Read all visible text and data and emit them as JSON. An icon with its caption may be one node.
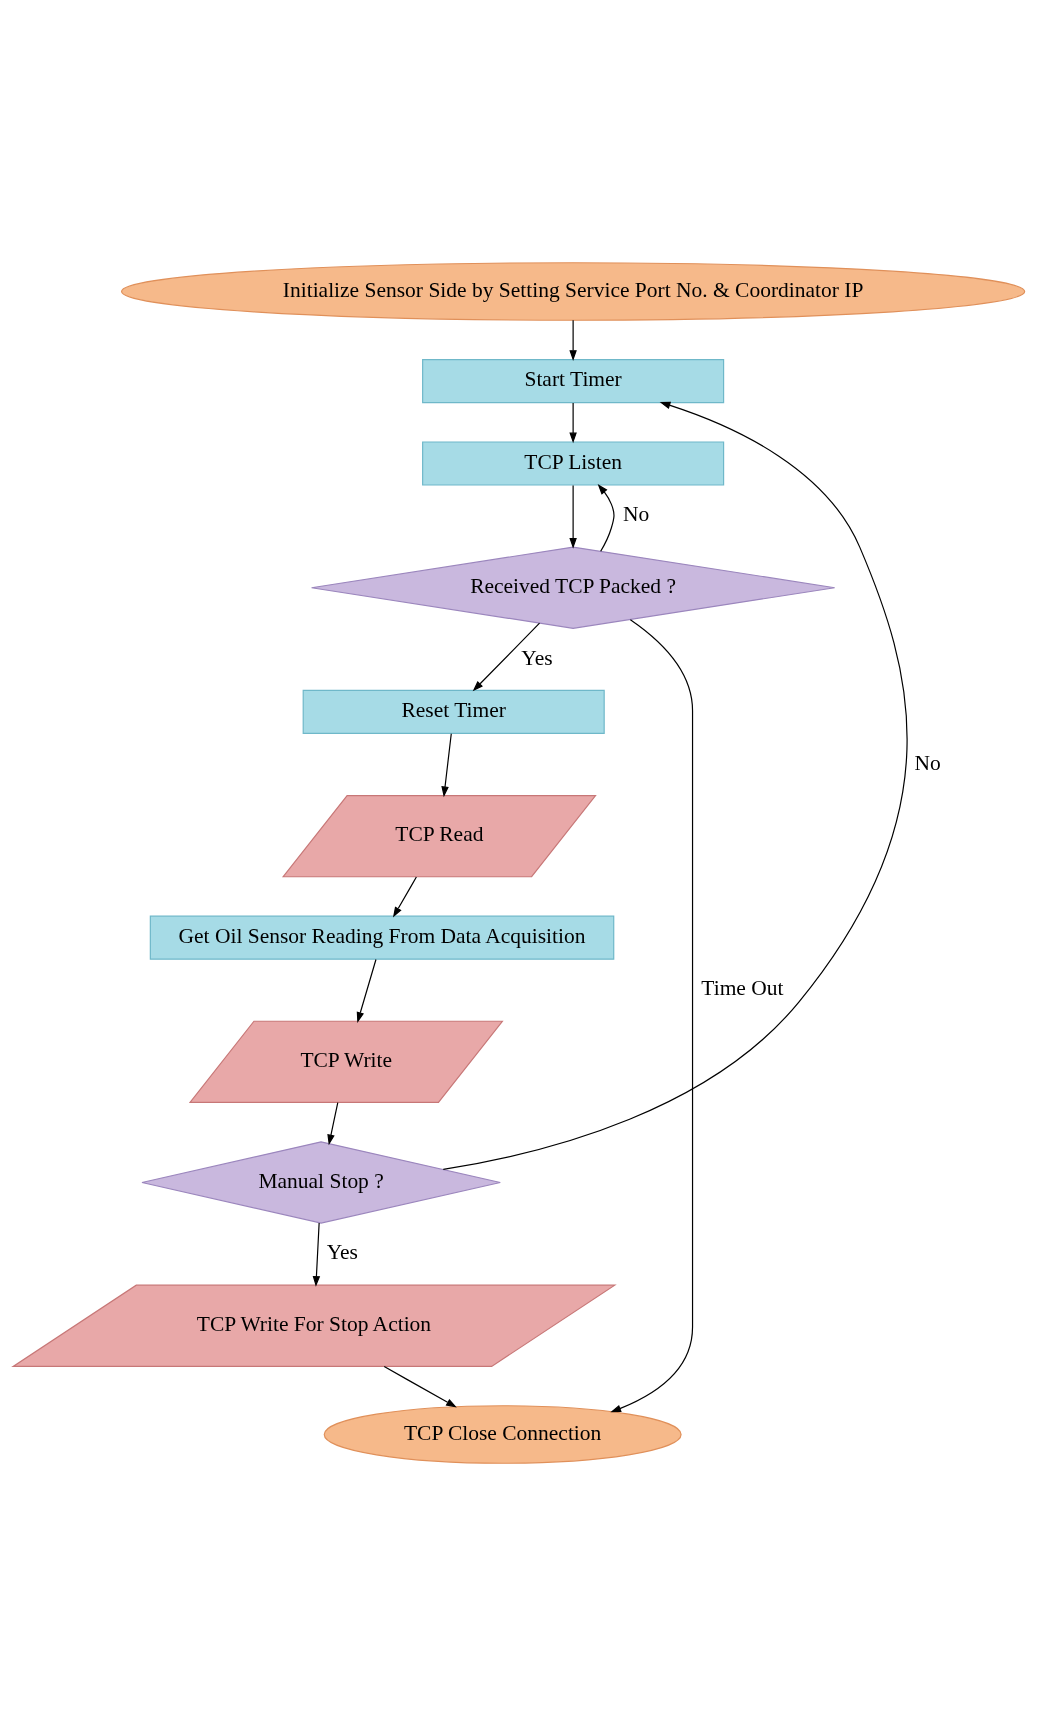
{
  "diagram": {
    "nodes": [
      {
        "text": [
          "Initialize Sensor Side by Setting Service Port No. & Coordinator IP"
        ]
      },
      {
        "text": [
          "Start Timer"
        ]
      },
      {
        "text": [
          "TCP Listen"
        ]
      },
      {
        "text": [
          "Received TCP Packed ?"
        ]
      },
      {
        "text": [
          "Reset Timer"
        ]
      },
      {
        "text": [
          "TCP Read"
        ]
      },
      {
        "text": [
          "Get Oil Sensor Reading From Data Acquisition"
        ]
      },
      {
        "text": [
          "TCP Write"
        ]
      },
      {
        "text": [
          "Manual Stop ?"
        ]
      },
      {
        "text": [
          "TCP Write For Stop Action"
        ]
      },
      {
        "text": [
          "TCP Close Connection"
        ]
      }
    ],
    "edges": [
      {
        "from": 0,
        "to": 1,
        "arrow": "to"
      },
      {
        "from": 1,
        "to": 2,
        "arrow": "to"
      },
      {
        "from": 2,
        "to": 3,
        "arrow": "to"
      },
      {
        "from": 3,
        "to": 2,
        "arrow": "to",
        "label": "No"
      },
      {
        "from": 3,
        "to": 4,
        "arrow": "to",
        "label": "Yes"
      },
      {
        "from": 4,
        "to": 5,
        "arrow": "to"
      },
      {
        "from": 5,
        "to": 6,
        "arrow": "to"
      },
      {
        "from": 6,
        "to": 7,
        "arrow": "to"
      },
      {
        "from": 7,
        "to": 8,
        "arrow": "to"
      },
      {
        "from": 8,
        "to": 1,
        "arrow": "to",
        "label": "No"
      },
      {
        "from": 8,
        "to": 9,
        "arrow": "to",
        "label": "Yes"
      },
      {
        "from": 9,
        "to": 10,
        "arrow": "to"
      },
      {
        "from": 3,
        "to": 10,
        "arrow": "to",
        "label": "Time Out"
      }
    ]
  }
}
